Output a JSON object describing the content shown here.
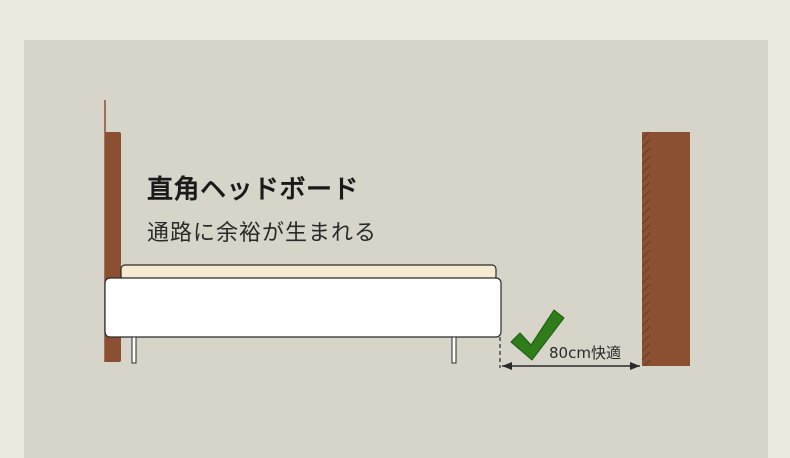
{
  "heading": "直角ヘッドボード",
  "subheading": "通路に余裕が生まれる",
  "dimension": {
    "label": "80cm快適"
  },
  "colors": {
    "page_bg": "#ebe8df",
    "panel_bg": "#d7d4ca",
    "wood": "#8b4f32",
    "mattress": "#f6ead0",
    "bed_frame": "#ffffff",
    "check": "#2e7d1a",
    "line": "#2a2a2a"
  },
  "icons": {
    "check": "check-mark-icon"
  }
}
